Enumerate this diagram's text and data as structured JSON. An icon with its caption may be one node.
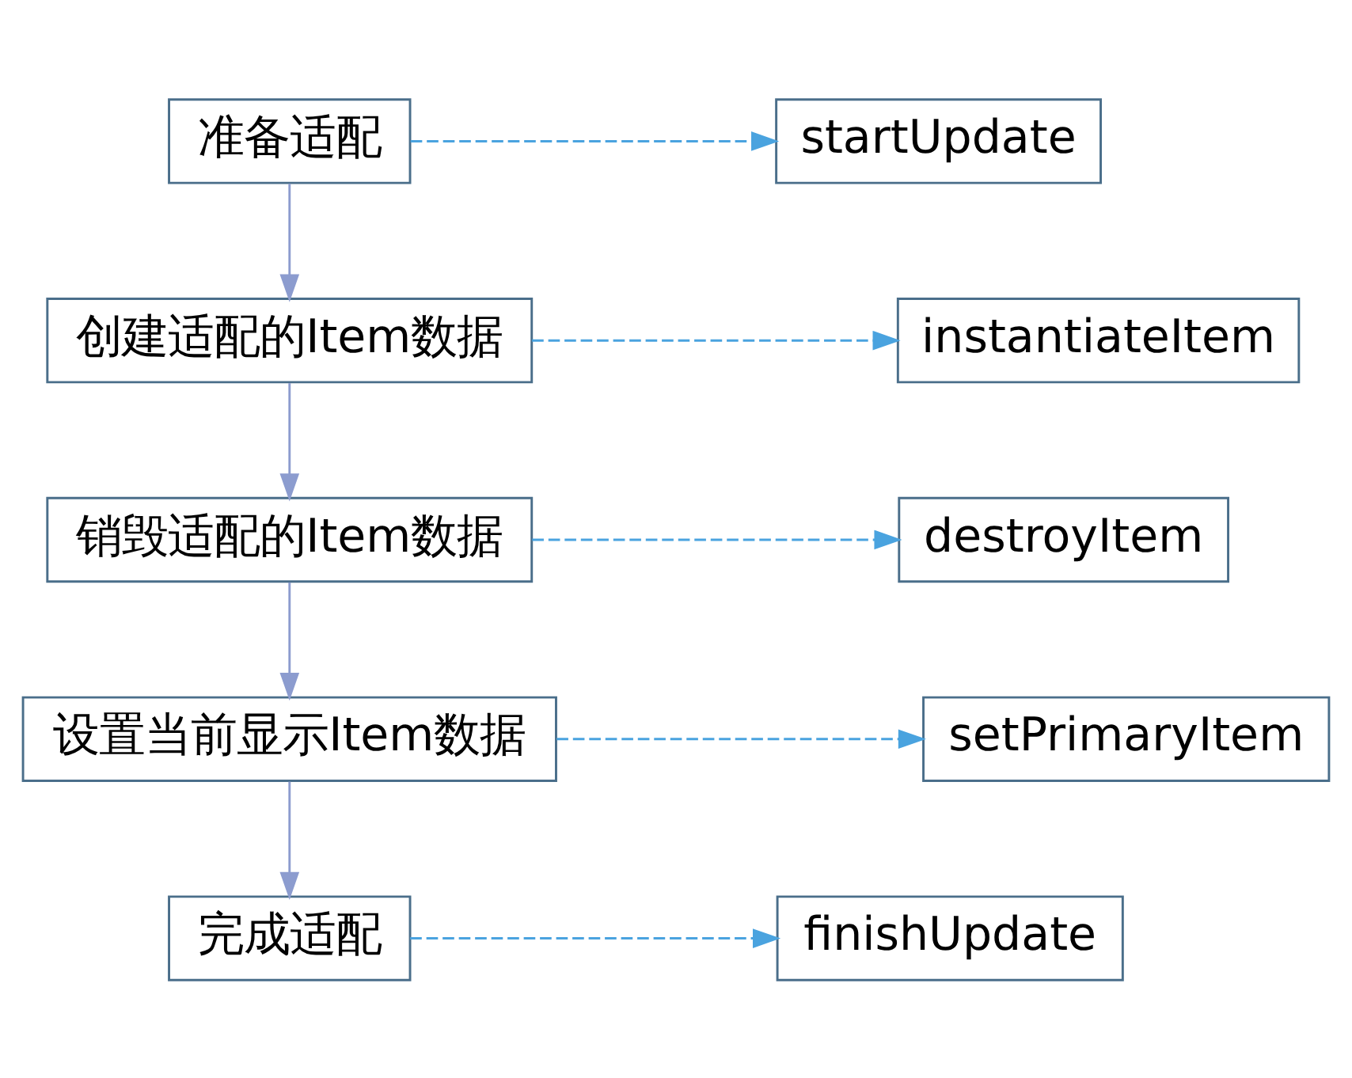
{
  "diagram": {
    "nodes": [
      {
        "text": [
          "准备适配"
        ]
      },
      {
        "text": [
          "startUpdate"
        ]
      },
      {
        "text": [
          "创建适配的Item数据"
        ]
      },
      {
        "text": [
          "instantiateItem"
        ]
      },
      {
        "text": [
          "销毁适配的Item数据"
        ]
      },
      {
        "text": [
          "destroyItem"
        ]
      },
      {
        "text": [
          "设置当前显示Item数据"
        ]
      },
      {
        "text": [
          "setPrimaryItem"
        ]
      },
      {
        "text": [
          "完成适配"
        ]
      },
      {
        "text": [
          "finishUpdate"
        ]
      }
    ],
    "edges": [
      {
        "from": 0,
        "to": 1,
        "arrow": "to",
        "style": "dashed"
      },
      {
        "from": 0,
        "to": 2,
        "arrow": "to",
        "color": "#8c9ccf"
      },
      {
        "from": 2,
        "to": 3,
        "arrow": "to",
        "style": "dashed"
      },
      {
        "from": 2,
        "to": 4,
        "arrow": "to",
        "color": "#8c9ccf"
      },
      {
        "from": 4,
        "to": 5,
        "arrow": "to",
        "style": "dashed"
      },
      {
        "from": 4,
        "to": 6,
        "arrow": "to",
        "color": "#8c9ccf"
      },
      {
        "from": 6,
        "to": 7,
        "arrow": "to",
        "style": "dashed"
      },
      {
        "from": 6,
        "to": 8,
        "arrow": "to",
        "color": "#8c9ccf"
      },
      {
        "from": 8,
        "to": 9,
        "arrow": "to",
        "style": "dashed"
      }
    ]
  }
}
